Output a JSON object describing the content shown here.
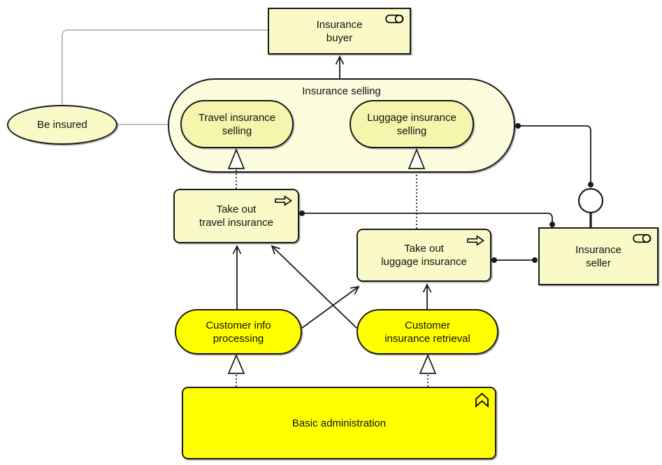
{
  "diagram": {
    "kind": "archimate-business-diagram",
    "colors": {
      "paleYellow": "#FAFAC8",
      "innerYellow": "#F5F5AD",
      "containerYellow": "#FCFCDE",
      "brightYellow": "#FFFF00",
      "border": "#1A1A1A",
      "association": "#AAAAAA"
    },
    "nodes": {
      "insurance_buyer": {
        "label": "Insurance\nbuyer",
        "icon": "role-icon"
      },
      "insurance_selling": {
        "label": "Insurance selling"
      },
      "travel_insurance_selling": {
        "label": "Travel insurance\nselling"
      },
      "luggage_insurance_selling": {
        "label": "Luggage insurance\nselling"
      },
      "be_insured": {
        "label": "Be insured"
      },
      "take_out_travel_insurance": {
        "label": "Take out\ntravel insurance",
        "icon": "process-arrow-icon"
      },
      "take_out_luggage_insurance": {
        "label": "Take out\nluggage insurance",
        "icon": "process-arrow-icon"
      },
      "insurance_seller": {
        "label": "Insurance\nseller",
        "icon": "role-icon"
      },
      "customer_info_processing": {
        "label": "Customer info\nprocessing"
      },
      "customer_insurance_retrieval": {
        "label": "Customer\ninsurance retrieval"
      },
      "basic_administration": {
        "label": "Basic administration",
        "icon": "function-chevron-icon"
      }
    },
    "connectors": {
      "be_insured_to_buyer": "association",
      "be_insured_to_selling": "association",
      "selling_serves_buyer": "serving-open-arrow",
      "travel_process_realizes_travel_service": "realization-dotted-triangle",
      "luggage_process_realizes_luggage_service": "realization-dotted-triangle",
      "selling_assigned_to_seller_interface": "line-with-balls",
      "travel_process_to_seller": "line-with-balls",
      "luggage_process_to_seller": "line-with-balls",
      "info_processing_serves_travel": "serving-open-arrow",
      "retrieval_serves_travel": "serving-open-arrow",
      "info_processing_serves_luggage": "serving-open-arrow",
      "retrieval_serves_luggage": "serving-open-arrow",
      "basic_admin_realizes_info_processing": "realization-dotted-triangle",
      "basic_admin_realizes_retrieval": "realization-dotted-triangle",
      "seller_interface": "interface-circle"
    }
  }
}
